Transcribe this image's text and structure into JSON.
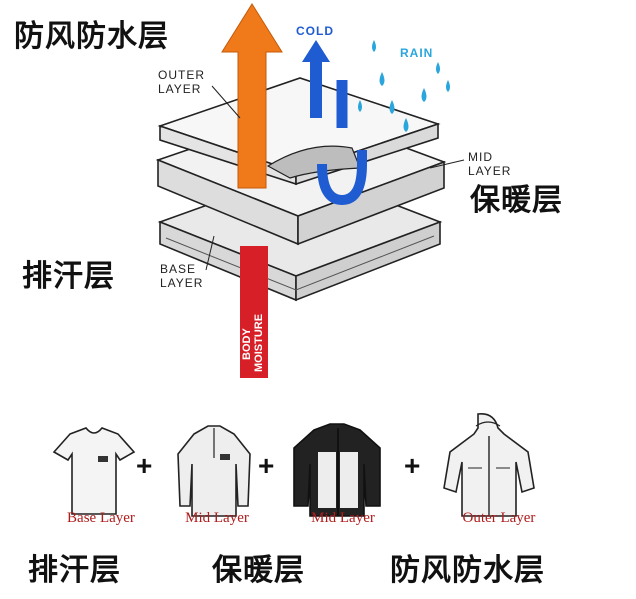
{
  "headings": {
    "top_left": "防风防水层",
    "mid_right": "保暖层",
    "base_left": "排汗层"
  },
  "diagram_labels": {
    "cold": "COLD",
    "rain": "RAIN",
    "outer_line1": "OUTER",
    "outer_line2": "LAYER",
    "mid_line1": "MID",
    "mid_line2": "LAYER",
    "base_line1": "BASE",
    "base_line2": "LAYER",
    "body_moisture_line1": "BODY",
    "body_moisture_line2": "MOISTURE"
  },
  "garments": [
    {
      "caption": "Base Layer",
      "icon": "tshirt-icon"
    },
    {
      "caption": "Mid Layer",
      "icon": "fleece-pullover-icon"
    },
    {
      "caption": "Mid Layer",
      "icon": "fleece-jacket-icon"
    },
    {
      "caption": "Outer Layer",
      "icon": "shell-jacket-icon"
    }
  ],
  "plus_symbol": "+",
  "bottom_labels": [
    "排汗层",
    "保暖层",
    "防风防水层"
  ],
  "colors": {
    "orange_arrow": "#f07a1a",
    "blue_arrow": "#1f5bd1",
    "rain": "#2aa6dd",
    "moisture_arrow": "#d61f26",
    "caption_red": "#b01c1c"
  }
}
